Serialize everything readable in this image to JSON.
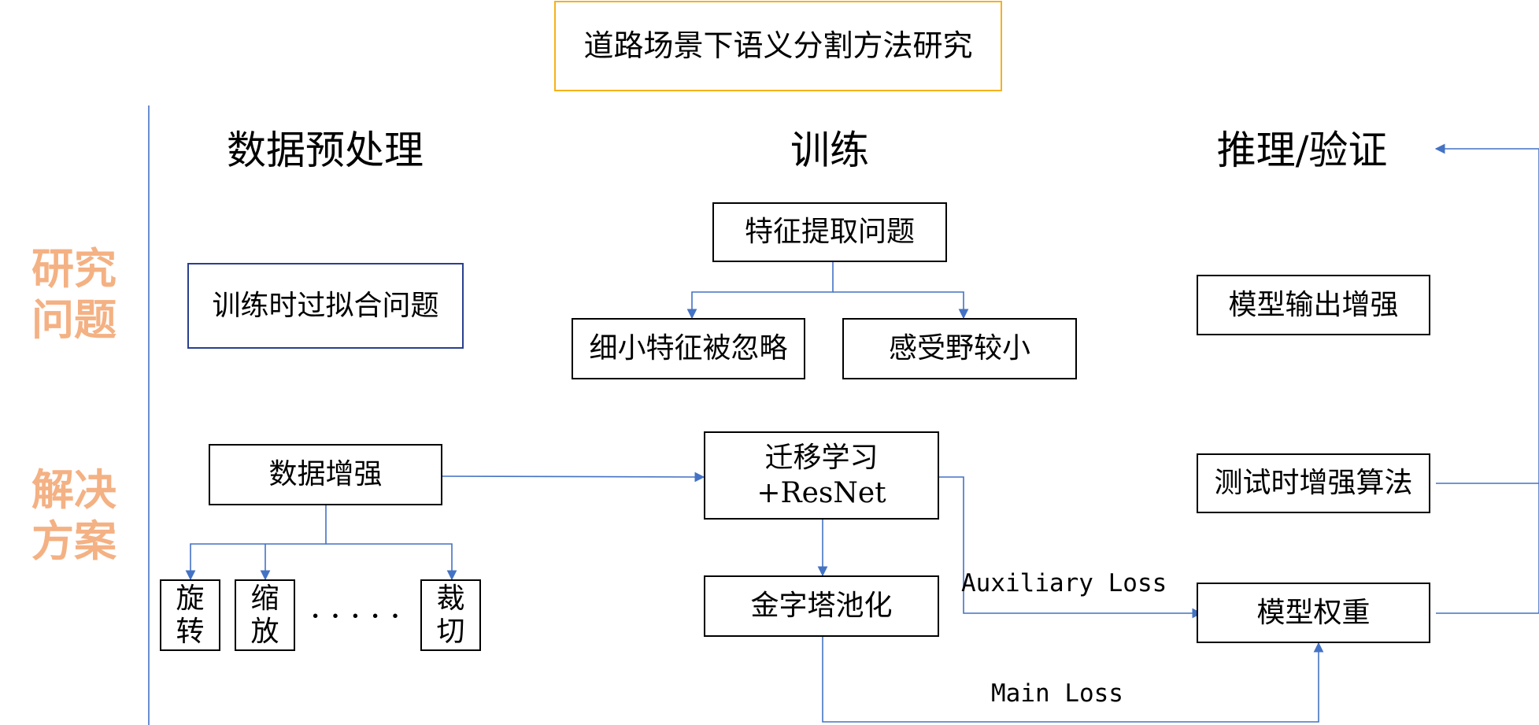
{
  "title": "道路场景下语义分割方法研究",
  "columns": {
    "preprocess": "数据预处理",
    "train": "训练",
    "infer": "推理/验证"
  },
  "rows": {
    "problem": [
      "研究",
      "问题"
    ],
    "solution": [
      "解决",
      "方案"
    ]
  },
  "boxes": {
    "overfit": "训练时过拟合问题",
    "feature_extract": "特征提取问题",
    "small_feature": "细小特征被忽略",
    "receptive_field": "感受野较小",
    "output_enhance": "模型输出增强",
    "data_aug": "数据增强",
    "rotate": [
      "旋",
      "转"
    ],
    "scale": [
      "缩",
      "放"
    ],
    "crop": [
      "裁",
      "切"
    ],
    "ellipsis": "·····",
    "transfer": [
      "迁移学习",
      "+ResNet"
    ],
    "pyramid": "金字塔池化",
    "tta": "测试时增强算法",
    "weights": "模型权重"
  },
  "edge_labels": {
    "aux_loss": "Auxiliary Loss",
    "main_loss": "Main Loss"
  },
  "colors": {
    "connector": "#4472c4",
    "title_border": "#f5b21b",
    "row_label": "#f4b183",
    "problem_border": "#2a3f8f"
  }
}
